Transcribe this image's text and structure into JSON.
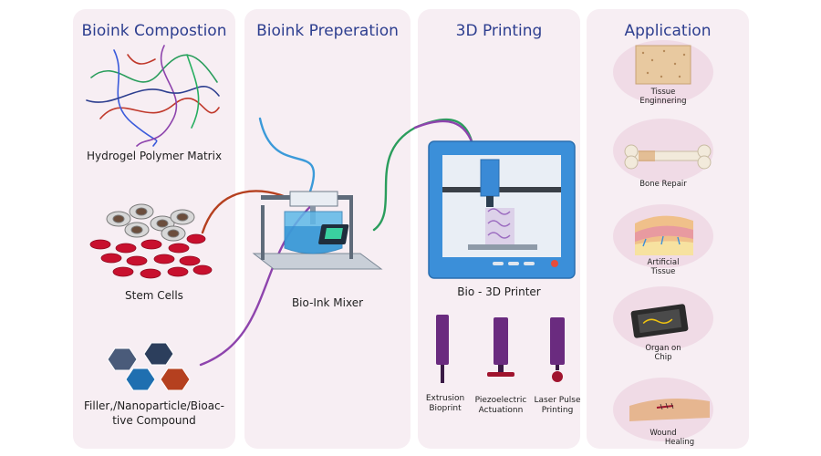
{
  "panels": [
    {
      "title": "Bioink Compostion"
    },
    {
      "title": "Bioink Preperation"
    },
    {
      "title": "3D Printing"
    },
    {
      "title": "Application"
    }
  ],
  "composition": {
    "hydrogel": "Hydrogel Polymer Matrix",
    "stem_cells": "Stem Cells",
    "filler_line1": "Filler,/Nanoparticle/Bioac-",
    "filler_line2": "tive Compound"
  },
  "preparation": {
    "mixer": "Bio-Ink Mixer"
  },
  "printing": {
    "printer": "Bio - 3D Printer",
    "methods": [
      {
        "line1": "Extrusion",
        "line2": "Bioprint"
      },
      {
        "line1": "Piezoelectric",
        "line2": "Actuationn"
      },
      {
        "line1": "Laser Pulse",
        "line2": "Printing"
      }
    ]
  },
  "application": {
    "items": [
      {
        "line1": "Tissue",
        "line2": "Enginnering"
      },
      {
        "line1": "Bone Repair",
        "line2": ""
      },
      {
        "line1": "Artificial",
        "line2": "Tissue"
      },
      {
        "line1": "Organ on",
        "line2": "Chip"
      },
      {
        "line1": "Wound",
        "line2": "Healing"
      }
    ]
  },
  "colors": {
    "panel_bg": "#f7eef3",
    "title_blue": "#2d3e8f",
    "printer_blue": "#3b8fd9",
    "method_purple": "#6a2b7f",
    "method_tip": "#a0142e",
    "rbc_red": "#c8102e"
  }
}
